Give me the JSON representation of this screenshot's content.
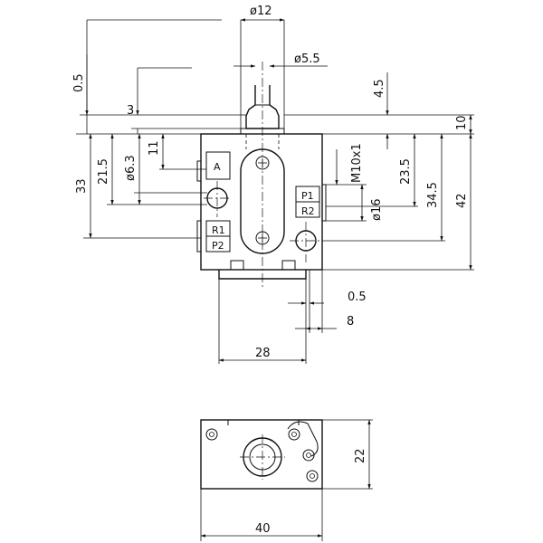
{
  "dimensions": {
    "d12": "ø12",
    "d5_5": "ø5.5",
    "v0_5": "0.5",
    "v3": "3",
    "v4_5": "4.5",
    "v10": "10",
    "v33": "33",
    "v21_5": "21.5",
    "d6_3": "ø6.3",
    "v11": "11",
    "m10": "M10x1",
    "v23_5": "23.5",
    "v34_5": "34.5",
    "v42": "42",
    "d16": "ø16",
    "h0_5": "0.5",
    "h8": "8",
    "h28": "28",
    "v22": "22",
    "h40": "40"
  },
  "ports": {
    "a": "A",
    "p1": "P1",
    "r2": "R2",
    "r1": "R1",
    "p2": "P2"
  }
}
